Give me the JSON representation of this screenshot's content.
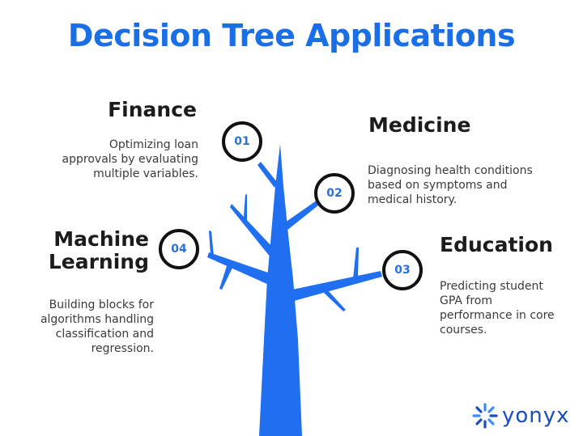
{
  "title": "Decision Tree Applications",
  "colors": {
    "brand_blue": "#1a6fe6",
    "tree_blue": "#1f6ff0",
    "circle_border": "#111111",
    "heading_text": "#1c1c1c",
    "body_text": "#3a3a3a",
    "logo_blue": "#1a4fb8"
  },
  "applications": [
    {
      "number": "01",
      "heading": "Finance",
      "description_lines": [
        "Optimizing loan",
        "approvals by evaluating",
        "multiple variables."
      ]
    },
    {
      "number": "02",
      "heading": "Medicine",
      "description_lines": [
        "Diagnosing health conditions",
        "based on symptoms and",
        "medical history."
      ]
    },
    {
      "number": "03",
      "heading": "Education",
      "description_lines": [
        "Predicting student",
        "GPA from",
        "performance in core",
        "courses."
      ]
    },
    {
      "number": "04",
      "heading_lines": [
        "Machine",
        "Learning"
      ],
      "description_lines": [
        "Building blocks for",
        "algorithms handling",
        "classification and",
        "regression."
      ]
    }
  ],
  "logo": {
    "icon": "starburst-icon",
    "text": "yonyx"
  }
}
